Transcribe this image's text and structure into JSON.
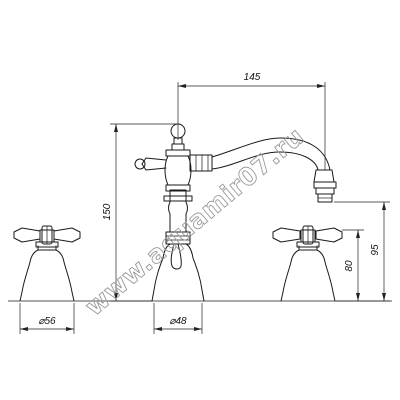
{
  "dimensions": {
    "spout_reach": "145",
    "overall_height": "150",
    "spout_outlet_height": "95",
    "handle_axis_height": "80",
    "side_base_diameter": "⌀56",
    "center_base_diameter": "⌀48"
  },
  "watermark": "www.aquamir07.ru",
  "colors": {
    "line": "#1a1a1a",
    "watermark": "#9a9a9a"
  }
}
